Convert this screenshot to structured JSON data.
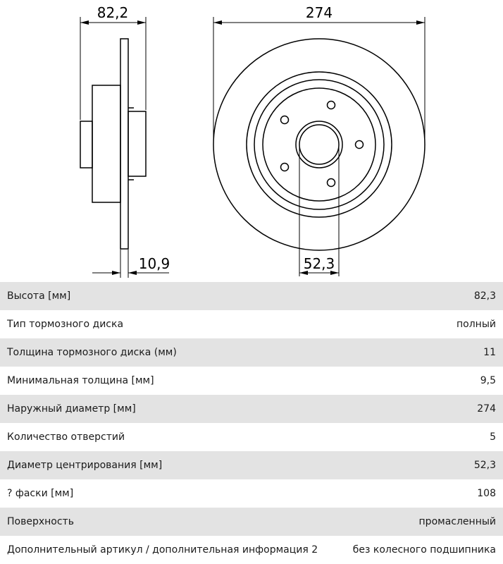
{
  "drawing": {
    "dims": {
      "total_height": "82,2",
      "outer_diameter": "274",
      "disc_thickness": "10,9",
      "center_bore": "52,3"
    }
  },
  "specs": [
    {
      "label": "Высота [мм]",
      "value": "82,3"
    },
    {
      "label": "Тип тормозного диска",
      "value": "полный"
    },
    {
      "label": "Толщина тормозного диска (мм)",
      "value": "11"
    },
    {
      "label": "Минимальная толщина [мм]",
      "value": "9,5"
    },
    {
      "label": "Наружный диаметр [мм]",
      "value": "274"
    },
    {
      "label": "Количество отверстий",
      "value": "5"
    },
    {
      "label": "Диаметр центрирования [мм]",
      "value": "52,3"
    },
    {
      "label": "? фаски [мм]",
      "value": "108"
    },
    {
      "label": "Поверхность",
      "value": "промасленный"
    },
    {
      "label": "Дополнительный артикул / дополнительная информация 2",
      "value": "без колесного подшипника"
    }
  ]
}
